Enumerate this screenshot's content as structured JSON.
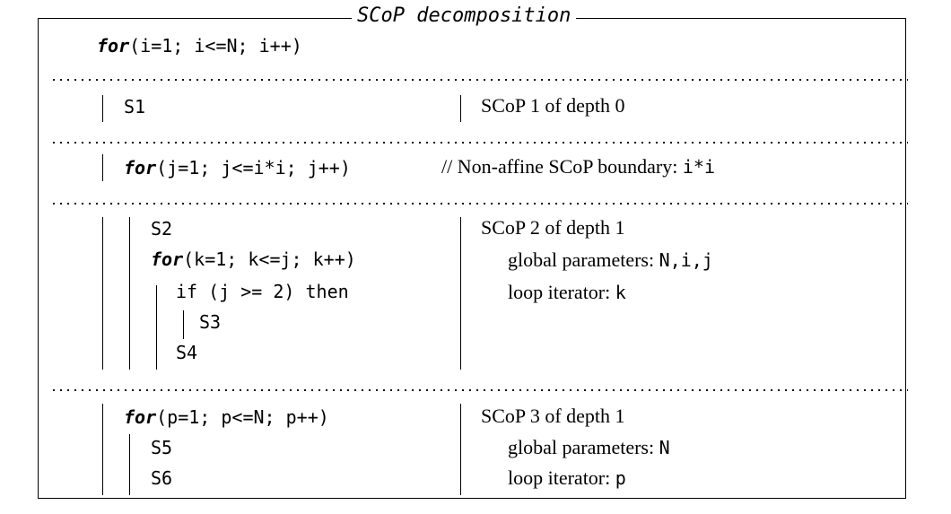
{
  "title": "SCoP decomposition",
  "outer_loop": {
    "kw": "for",
    "rest": "(i=1; i<=N; i++)"
  },
  "section1": {
    "stmt": "S1",
    "note": "SCoP 1 of depth 0"
  },
  "section2": {
    "loop_kw": "for",
    "loop_rest": "(j=1; j<=i*i; j++)",
    "comment_text": "// Non-affine SCoP boundary: ",
    "comment_expr": "i*i"
  },
  "section3": {
    "lines": {
      "s2": "S2",
      "loop_kw": "for",
      "loop_rest": "(k=1; k<=j; k++)",
      "if": "if (j >= 2) then",
      "s3": "S3",
      "s4": "S4"
    },
    "note_title": "SCoP 2 of depth 1",
    "params_label": "global parameters: ",
    "params_value": "N,i,j",
    "iter_label": "loop iterator: ",
    "iter_value": "k"
  },
  "section4": {
    "lines": {
      "loop_kw": "for",
      "loop_rest": "(p=1; p<=N; p++)",
      "s5": "S5",
      "s6": "S6"
    },
    "note_title": "SCoP 3 of depth 1",
    "params_label": "global parameters: ",
    "params_value": "N",
    "iter_label": "loop iterator: ",
    "iter_value": "p"
  }
}
